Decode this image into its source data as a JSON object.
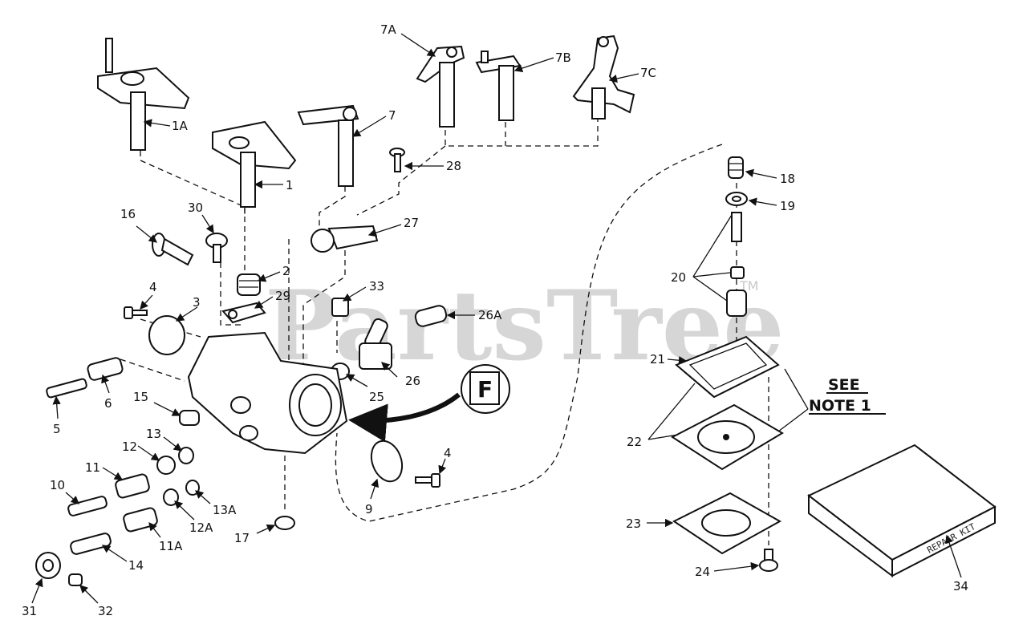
{
  "watermark": "PartsTree",
  "trademark": "TM",
  "flag_letter": "F",
  "note": [
    "SEE",
    "NOTE 1"
  ],
  "kit_text": "REPAIR KIT",
  "labels": {
    "l1A": "1A",
    "l1": "1",
    "l7": "7",
    "l7A": "7A",
    "l7B": "7B",
    "l7C": "7C",
    "l28": "28",
    "l27": "27",
    "l16": "16",
    "l30": "30",
    "l2": "2",
    "l29": "29",
    "l33": "33",
    "l26A": "26A",
    "l4a": "4",
    "l3": "3",
    "l6": "6",
    "l5": "5",
    "l15": "15",
    "l25": "25",
    "l26": "26",
    "l13": "13",
    "l12": "12",
    "l11": "11",
    "l10": "10",
    "l13A": "13A",
    "l12A": "12A",
    "l11A": "11A",
    "l14": "14",
    "l17": "17",
    "l31": "31",
    "l32": "32",
    "l9": "9",
    "l4b": "4",
    "l18": "18",
    "l19": "19",
    "l20": "20",
    "l21": "21",
    "l22": "22",
    "l23": "23",
    "l24": "24",
    "l34": "34"
  }
}
